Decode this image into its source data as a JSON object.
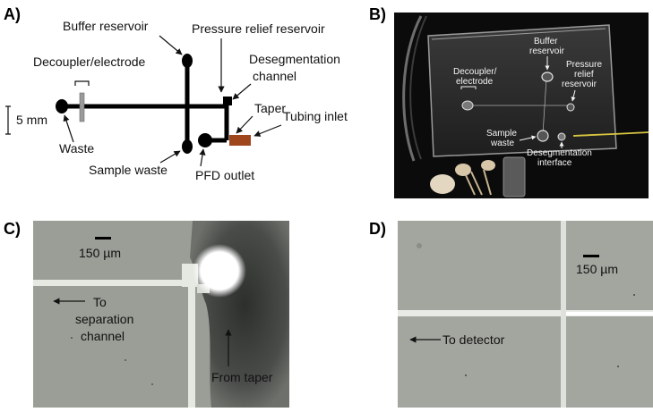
{
  "panels": {
    "a": {
      "letter": "A)",
      "buffer_reservoir": "Buffer reservoir",
      "pressure_relief_reservoir": "Pressure relief reservoir",
      "decoupler_electrode": "Decoupler/electrode",
      "desegmentation_line1": "Desegmentation",
      "desegmentation_line2": "channel",
      "taper": "Taper",
      "tubing_inlet": "Tubing inlet",
      "scale_bar": "5 mm",
      "waste": "Waste",
      "sample_waste": "Sample waste",
      "pfd_outlet": "PFD outlet",
      "colors": {
        "channel": "#000000",
        "tubing": "#a0461c",
        "decoupler": "#9a9a9a"
      }
    },
    "b": {
      "letter": "B)",
      "buffer_line1": "Buffer",
      "buffer_line2": "reservoir",
      "pressure_line1": "Pressure",
      "pressure_line2": "relief",
      "pressure_line3": "reservoir",
      "decoupler_line1": "Decoupler/",
      "decoupler_line2": "electrode",
      "sample_line1": "Sample",
      "sample_line2": "waste",
      "deseg_line1": "Desegmentation",
      "deseg_line2": "interface",
      "colors": {
        "background": "#0b0b0b",
        "wire": "#d8c640"
      }
    },
    "c": {
      "letter": "C)",
      "scale_bar": "150 µm",
      "to_line1": "To",
      "to_line2": "separation",
      "to_line3": "channel",
      "from_taper": "From taper",
      "colors": {
        "background": "#9a9e96",
        "channel": "#e6e8e2",
        "dark_region": "#4a4c4a"
      }
    },
    "d": {
      "letter": "D)",
      "scale_bar": "150 µm",
      "to_detector": "To detector",
      "colors": {
        "background": "#a3a69f",
        "channel": "#e9ebe6"
      }
    }
  }
}
